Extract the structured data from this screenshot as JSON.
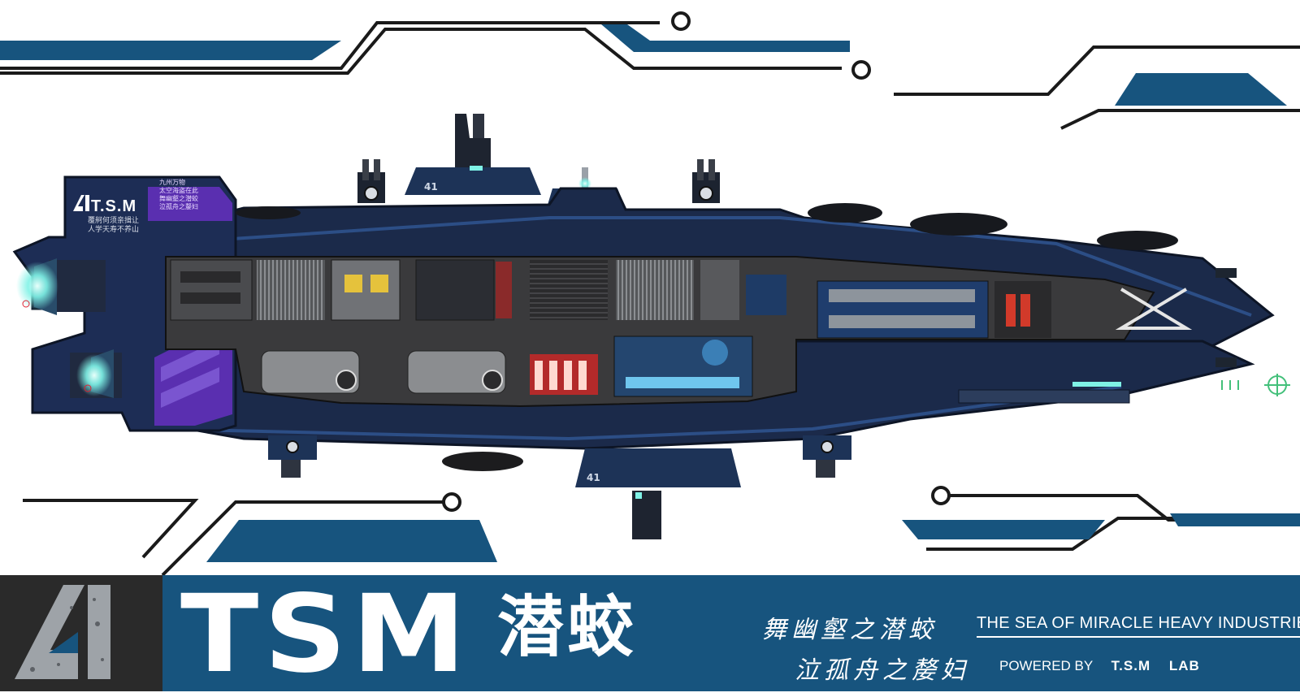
{
  "banner": {
    "brand": "TSM",
    "ship_name": "潜蛟",
    "motto_line_1": "舞幽壑之潜蛟",
    "motto_line_2": "泣孤舟之嫠妇",
    "company": "THE SEA OF MIRACLE HEAVY INDUSTRIES",
    "credit_prefix": "POWERED BY",
    "credit_org": "T.S.M",
    "credit_suffix": "LAB",
    "logo_glyph": "41"
  },
  "hull": {
    "brand": "T.S.M",
    "logo_glyph": "41",
    "motto": [
      "覆舸何须亲揖让",
      "人学天寿不养山"
    ],
    "tag": [
      "九州万物",
      "太空海盗在此",
      "舞幽壑之潜蛟",
      "泣孤舟之嫠妇"
    ]
  },
  "colors": {
    "accent_blue": "#17547e",
    "hull_dark": "#1b2a4a",
    "hull_trim": "#2c4e86",
    "interior": "#3a3a3c",
    "engine_glow": "#7ff2e6",
    "violet_stripe": "#5a2fb0",
    "logo_box": "#2a2a2a"
  }
}
